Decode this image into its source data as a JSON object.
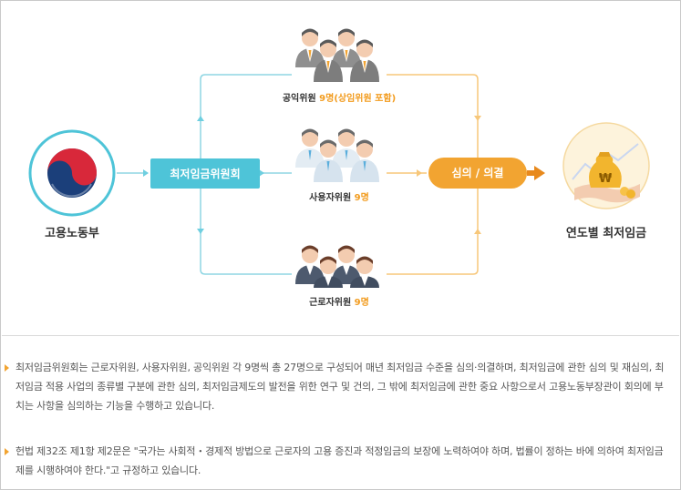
{
  "diagram": {
    "source_label": "고용노동부",
    "commission_label": "최저임금위원회",
    "public_members": {
      "label": "공익위원 ",
      "highlight": "9명(상임위원 포함)"
    },
    "employer_members": {
      "label": "사용자위원 ",
      "highlight": "9명"
    },
    "worker_members": {
      "label": "근로자위원 ",
      "highlight": "9명"
    },
    "decision_label": "심의 / 의결",
    "result_label": "연도별 최저임금",
    "won_symbol": "₩"
  },
  "notes": [
    "최저임금위원회는 근로자위원, 사용자위원, 공익위원 각 9명씩 총 27명으로 구성되어 매년 최저임금 수준을 심의·의결하며, 최저임금에 관한 심의 및 재심의, 최저임금 적용 사업의 종류별 구분에 관한 심의, 최저임금제도의 발전을 위한 연구 및 건의, 그 밖에 최저임금에 관한 중요 사항으로서 고용노동부장관이 회의에 부치는 사항을 심의하는 기능을 수행하고 있습니다.",
    "헌법 제32조 제1항 제2문은 \"국가는 사회적・경제적 방법으로 근로자의 고용 증진과 적정임금의 보장에 노력하여야 하며, 법률이 정하는 바에 의하여 최저임금제를 시행하여야 한다.\"고 규정하고 있습니다."
  ],
  "colors": {
    "teal": "#4ec4d8",
    "connector": "#8fd6e3",
    "orange": "#f2a431",
    "orange_line": "#f7c77a",
    "highlight_text": "#f29c1f",
    "text": "#333333"
  }
}
